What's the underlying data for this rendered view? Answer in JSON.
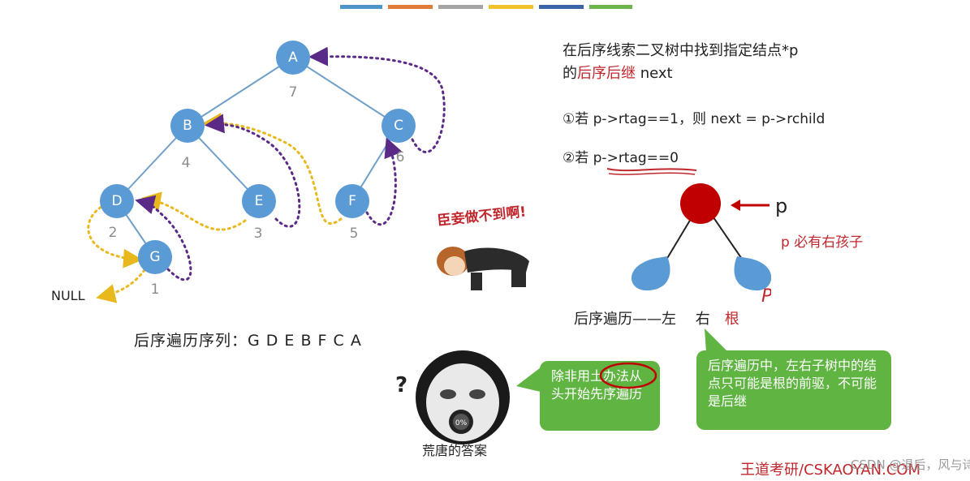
{
  "top_bar_colors": [
    "#4e95c9",
    "#e07b39",
    "#a5a5a5",
    "#f2c12e",
    "#3b64a8",
    "#6bb54a"
  ],
  "tree": {
    "nodes": [
      {
        "label": "A",
        "order": "7"
      },
      {
        "label": "B",
        "order": "4"
      },
      {
        "label": "C",
        "order": "6"
      },
      {
        "label": "D",
        "order": "2"
      },
      {
        "label": "E",
        "order": "3"
      },
      {
        "label": "F",
        "order": "5"
      },
      {
        "label": "G",
        "order": "1"
      }
    ],
    "node_color": "#5b9bd5",
    "edge_color": "#6f9fc8",
    "predecessor_thread_color": "#e8b81c",
    "successor_thread_color": "#5b2a86",
    "null_label": "NULL"
  },
  "traversal_sequence": "后序遍历序列：G D E B F C A",
  "right_panel": {
    "title_line1": "在后序线索二叉树中找到指定结点*p",
    "title_line2_prefix": "的",
    "title_line2_highlight": "后序后继",
    "title_line2_suffix": " next",
    "case1": "①若 p->rtag==1，则 next = p->rchild",
    "case2": "②若 p->rtag==0",
    "p_label": "p",
    "p_note": "p 必有右孩子",
    "small_p": "P",
    "traversal_label_prefix": "后序遍历——左　 右　",
    "traversal_label_root": "根",
    "root_color": "#c00000",
    "subtree_color": "#5b9bd5"
  },
  "sticker_text": "臣妾做不到啊!",
  "panda": {
    "caption": "荒唐的答案",
    "badge": "0%",
    "question_mark": "?"
  },
  "bubble1": "除非用土办法从头开始先序遍历",
  "bubble2": "后序遍历中，左右子树中的结点只可能是根的前驱，不可能是后继",
  "watermark": "王道考研/CSKAOYAN.COM",
  "watermark_overlay": "CSDN @退后，风与诗"
}
